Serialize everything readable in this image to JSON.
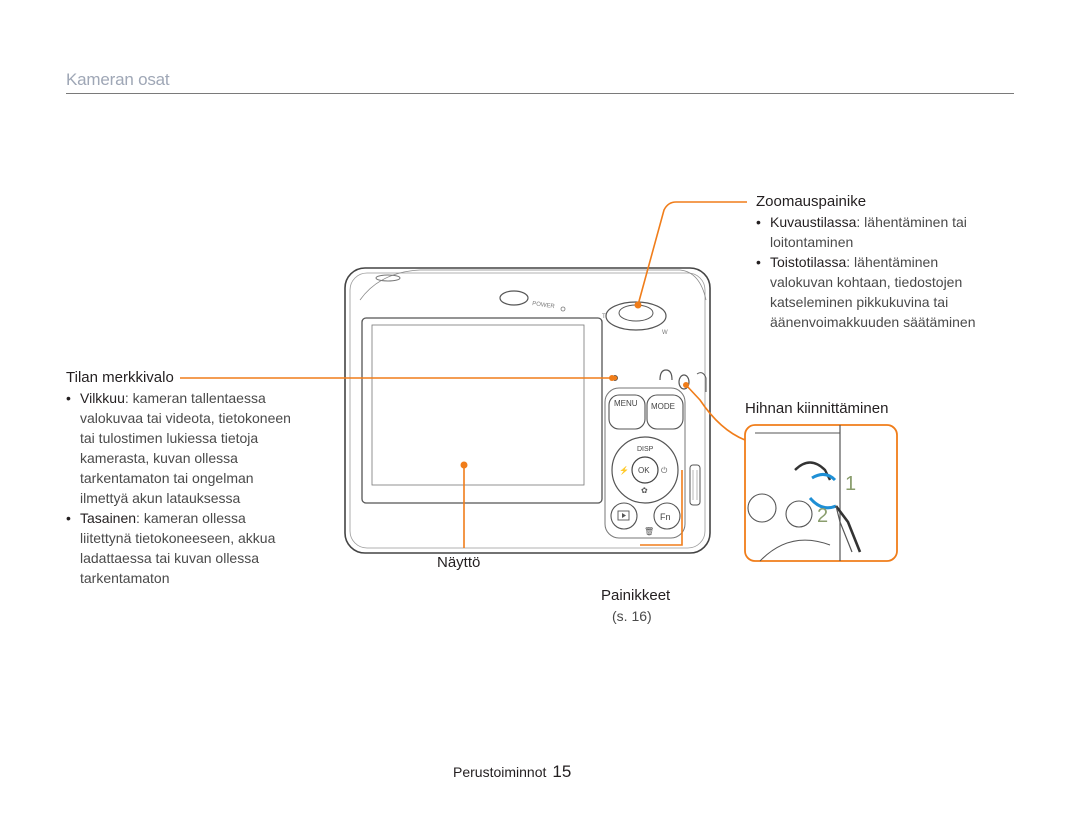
{
  "section_title": "Kameran osat",
  "zoom": {
    "heading": "Zoomauspainike",
    "items": [
      {
        "term": "Kuvaustilassa",
        "lines": [
          ": lähentäminen tai",
          "loitontaminen"
        ]
      },
      {
        "term": "Toistotilassa",
        "lines": [
          ": lähentäminen",
          "valokuvan kohtaan, tiedostojen",
          "katseleminen pikkukuvina tai",
          "äänenvoimakkuuden säätäminen"
        ]
      }
    ]
  },
  "status_lamp": {
    "heading": "Tilan merkkivalo",
    "items": [
      {
        "term": "Vilkkuu",
        "lines": [
          ": kameran tallentaessa",
          "valokuvaa tai videota, tietokoneen",
          "tai tulostimen lukiessa tietoja",
          "kamerasta, kuvan ollessa",
          "tarkentamaton tai ongelman",
          "ilmettyä akun latauksessa"
        ]
      },
      {
        "term": "Tasainen",
        "lines": [
          ": kameran ollessa",
          "liitettynä tietokoneeseen, akkua",
          "ladattaessa tai kuvan ollessa",
          "tarkentamaton"
        ]
      }
    ]
  },
  "strap_label": "Hihnan kiinnittäminen",
  "screen_label": "Näyttö",
  "buttons_label": "Painikkeet",
  "buttons_ref": "(s. 16)",
  "camera_labels": {
    "power": "POWER",
    "menu": "MENU",
    "mode": "MODE",
    "disp": "DISP",
    "ok": "OK",
    "fn": "Fn"
  },
  "strap_steps": [
    "1",
    "2"
  ],
  "footer": {
    "section": "Perustoiminnot",
    "page": "15"
  },
  "colors": {
    "accent": "#f07d1a",
    "title": "#9fa7b6",
    "strap_blue": "#1e8fd5"
  }
}
